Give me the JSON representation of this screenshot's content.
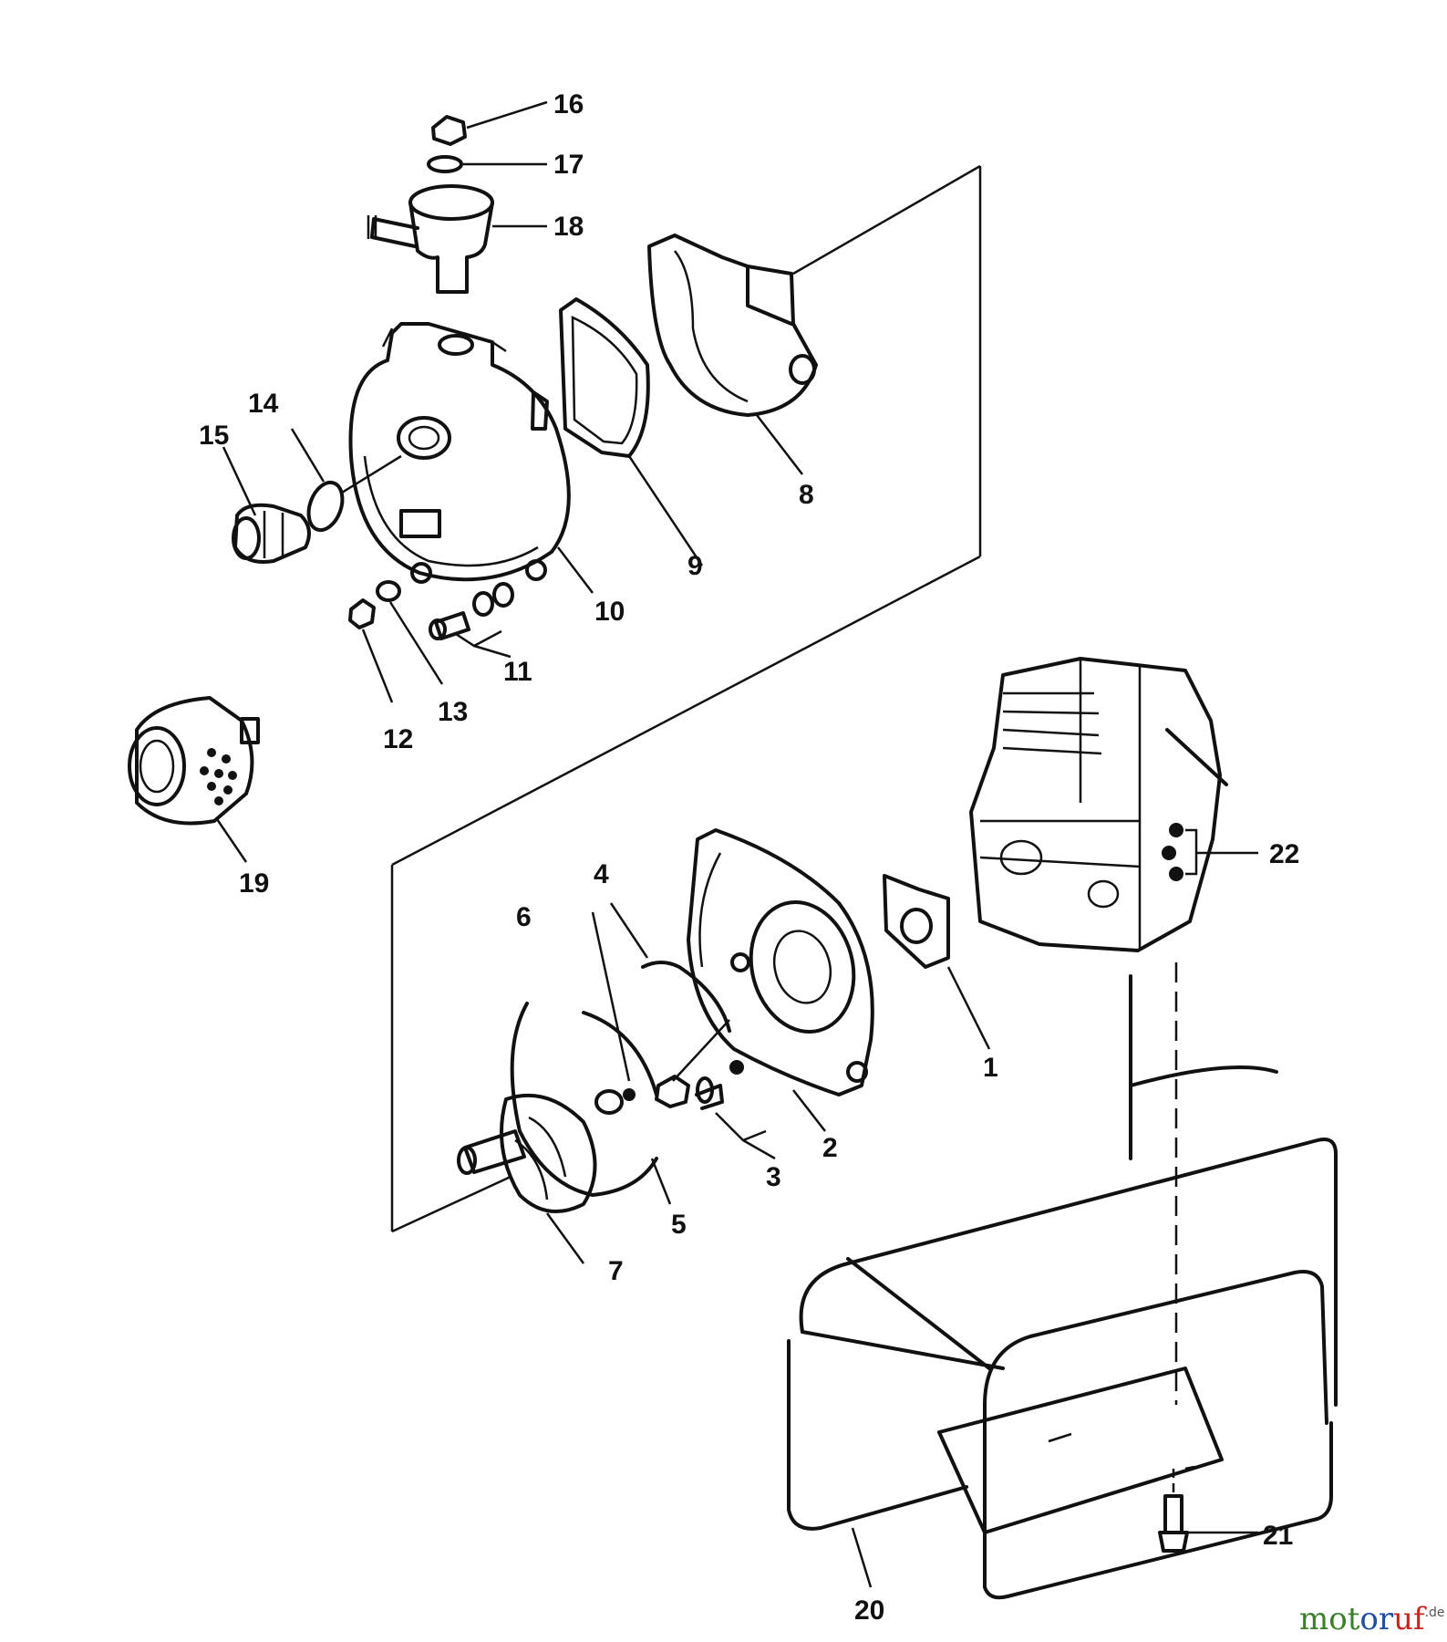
{
  "callouts": [
    "1",
    "2",
    "3",
    "4",
    "5",
    "6",
    "7",
    "8",
    "9",
    "10",
    "11",
    "12",
    "13",
    "14",
    "15",
    "16",
    "17",
    "18",
    "19",
    "20",
    "21",
    "22"
  ],
  "watermark": {
    "part1": "mot",
    "part2": "or",
    "part3": "uf",
    "suffix": ".de"
  }
}
